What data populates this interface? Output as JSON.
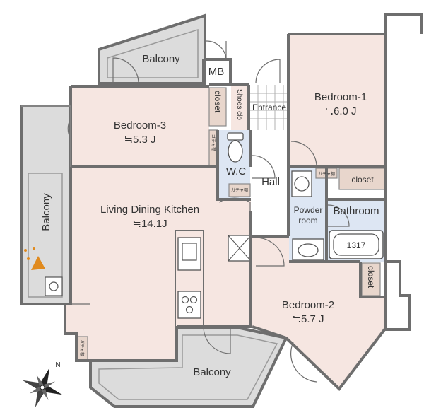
{
  "colors": {
    "wall": "#6e6e6e",
    "room": "#f6e6e1",
    "wet": "#dde6f3",
    "balcony": "#dcdcdc",
    "storage": "#e8d6cc",
    "compass": "#e08a1e"
  },
  "rooms": {
    "balcony_top": "Balcony",
    "mb": "MB",
    "bedroom1_name": "Bedroom-1",
    "bedroom1_size": "≒6.0 J",
    "bedroom3_name": "Bedroom-3",
    "bedroom3_size": "≒5.3 J",
    "entrance": "Entrance",
    "shoes_clo": "Shoes clo",
    "closet_b3": "closet",
    "gacha_b3": "ガチャ棚",
    "wc": "W.C",
    "gacha_wc": "ガチャ棚",
    "hall": "Hall",
    "gacha_hall": "ガチャ棚",
    "closet_hall": "closet",
    "ldk_name": "Living Dining Kitchen",
    "ldk_size": "≒14.1J",
    "powder_room": "Powder room",
    "bathroom": "Bathroom",
    "bath_size": "1317",
    "balcony_left": "Balcony",
    "closet_b2": "closet",
    "bedroom2_name": "Bedroom-2",
    "bedroom2_size": "≒5.7 J",
    "gacha_ldk": "ガチャ棚",
    "balcony_bottom": "Balcony",
    "compass_n": "N"
  }
}
